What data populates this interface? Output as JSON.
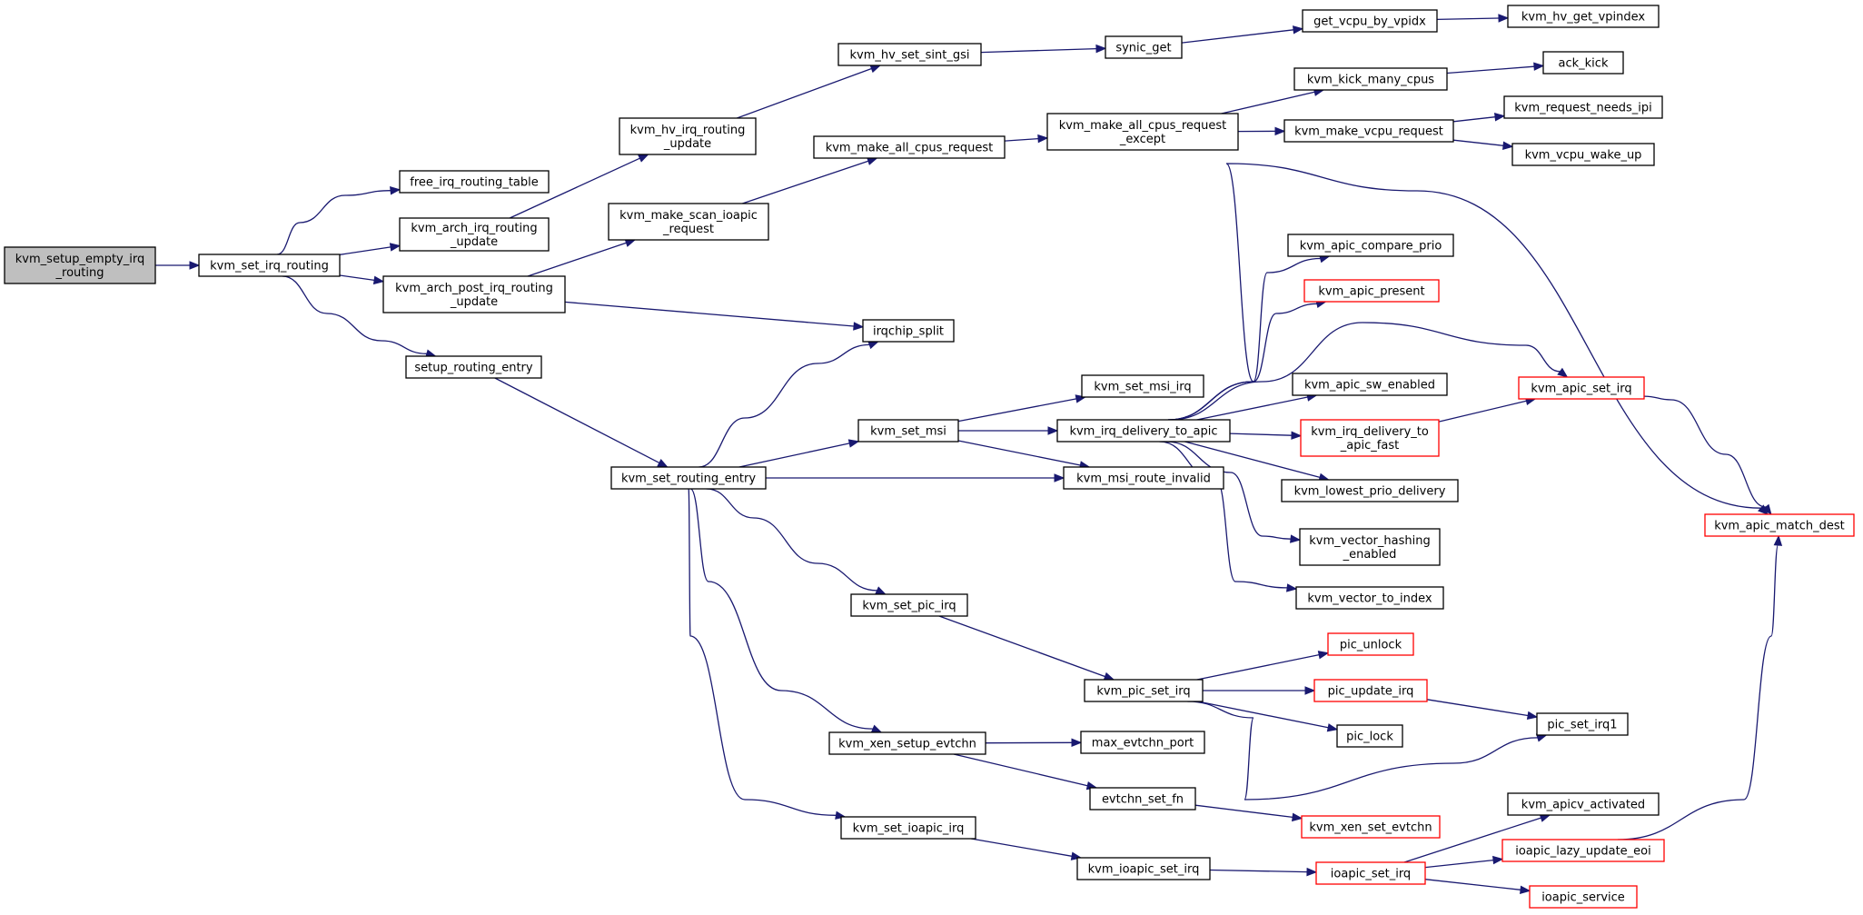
{
  "colors": {
    "edge": "#191970",
    "node_border_normal": "#000000",
    "node_border_truncated": "#ff0000",
    "root_fill": "#bfbfbf",
    "node_fill": "#ffffff"
  },
  "nodes": [
    {
      "id": "n0",
      "lines": [
        "kvm_setup_empty_irq",
        "_routing"
      ],
      "kind": "root"
    },
    {
      "id": "n1",
      "lines": [
        "kvm_set_irq_routing"
      ],
      "kind": "normal"
    },
    {
      "id": "n2",
      "lines": [
        "free_irq_routing_table"
      ],
      "kind": "normal"
    },
    {
      "id": "n3",
      "lines": [
        "kvm_arch_irq_routing",
        "_update"
      ],
      "kind": "normal"
    },
    {
      "id": "n4",
      "lines": [
        "kvm_arch_post_irq_routing",
        "_update"
      ],
      "kind": "normal"
    },
    {
      "id": "n5",
      "lines": [
        "setup_routing_entry"
      ],
      "kind": "normal"
    },
    {
      "id": "n6",
      "lines": [
        "kvm_hv_irq_routing",
        "_update"
      ],
      "kind": "normal"
    },
    {
      "id": "n7",
      "lines": [
        "kvm_make_scan_ioapic",
        "_request"
      ],
      "kind": "normal"
    },
    {
      "id": "n8",
      "lines": [
        "kvm_set_routing_entry"
      ],
      "kind": "normal"
    },
    {
      "id": "n9",
      "lines": [
        "kvm_hv_set_sint_gsi"
      ],
      "kind": "normal"
    },
    {
      "id": "n10",
      "lines": [
        "kvm_make_all_cpus_request"
      ],
      "kind": "normal"
    },
    {
      "id": "n11",
      "lines": [
        "irqchip_split"
      ],
      "kind": "normal"
    },
    {
      "id": "n12",
      "lines": [
        "kvm_set_msi"
      ],
      "kind": "normal"
    },
    {
      "id": "n13",
      "lines": [
        "kvm_set_pic_irq"
      ],
      "kind": "normal"
    },
    {
      "id": "n14",
      "lines": [
        "kvm_xen_setup_evtchn"
      ],
      "kind": "normal"
    },
    {
      "id": "n15",
      "lines": [
        "kvm_set_ioapic_irq"
      ],
      "kind": "normal"
    },
    {
      "id": "n16",
      "lines": [
        "synic_get"
      ],
      "kind": "normal"
    },
    {
      "id": "n17",
      "lines": [
        "kvm_make_all_cpus_request",
        "_except"
      ],
      "kind": "normal"
    },
    {
      "id": "n18",
      "lines": [
        "kvm_set_msi_irq"
      ],
      "kind": "normal"
    },
    {
      "id": "n19",
      "lines": [
        "kvm_irq_delivery_to_apic"
      ],
      "kind": "normal"
    },
    {
      "id": "n20",
      "lines": [
        "kvm_msi_route_invalid"
      ],
      "kind": "normal"
    },
    {
      "id": "n21",
      "lines": [
        "kvm_pic_set_irq"
      ],
      "kind": "normal"
    },
    {
      "id": "n22",
      "lines": [
        "max_evtchn_port"
      ],
      "kind": "normal"
    },
    {
      "id": "n23",
      "lines": [
        "evtchn_set_fn"
      ],
      "kind": "normal"
    },
    {
      "id": "n24",
      "lines": [
        "kvm_ioapic_set_irq"
      ],
      "kind": "normal"
    },
    {
      "id": "n25",
      "lines": [
        "get_vcpu_by_vpidx"
      ],
      "kind": "normal"
    },
    {
      "id": "n26",
      "lines": [
        "kvm_kick_many_cpus"
      ],
      "kind": "normal"
    },
    {
      "id": "n27",
      "lines": [
        "kvm_make_vcpu_request"
      ],
      "kind": "normal"
    },
    {
      "id": "n28",
      "lines": [
        "kvm_apic_compare_prio"
      ],
      "kind": "normal"
    },
    {
      "id": "n29",
      "lines": [
        "kvm_apic_present"
      ],
      "kind": "truncated"
    },
    {
      "id": "n30",
      "lines": [
        "kvm_apic_sw_enabled"
      ],
      "kind": "normal"
    },
    {
      "id": "n31",
      "lines": [
        "kvm_irq_delivery_to",
        "_apic_fast"
      ],
      "kind": "truncated"
    },
    {
      "id": "n32",
      "lines": [
        "kvm_lowest_prio_delivery"
      ],
      "kind": "normal"
    },
    {
      "id": "n33",
      "lines": [
        "kvm_vector_hashing",
        "_enabled"
      ],
      "kind": "normal"
    },
    {
      "id": "n34",
      "lines": [
        "kvm_vector_to_index"
      ],
      "kind": "normal"
    },
    {
      "id": "n35",
      "lines": [
        "pic_unlock"
      ],
      "kind": "truncated"
    },
    {
      "id": "n36",
      "lines": [
        "pic_update_irq"
      ],
      "kind": "truncated"
    },
    {
      "id": "n37",
      "lines": [
        "pic_lock"
      ],
      "kind": "normal"
    },
    {
      "id": "n38",
      "lines": [
        "kvm_xen_set_evtchn"
      ],
      "kind": "truncated"
    },
    {
      "id": "n39",
      "lines": [
        "ioapic_set_irq"
      ],
      "kind": "truncated"
    },
    {
      "id": "n40",
      "lines": [
        "kvm_hv_get_vpindex"
      ],
      "kind": "normal"
    },
    {
      "id": "n41",
      "lines": [
        "ack_kick"
      ],
      "kind": "normal"
    },
    {
      "id": "n42",
      "lines": [
        "kvm_request_needs_ipi"
      ],
      "kind": "normal"
    },
    {
      "id": "n43",
      "lines": [
        "kvm_vcpu_wake_up"
      ],
      "kind": "normal"
    },
    {
      "id": "n44",
      "lines": [
        "kvm_apic_set_irq"
      ],
      "kind": "truncated"
    },
    {
      "id": "n45",
      "lines": [
        "pic_set_irq1"
      ],
      "kind": "normal"
    },
    {
      "id": "n46",
      "lines": [
        "kvm_apicv_activated"
      ],
      "kind": "normal"
    },
    {
      "id": "n47",
      "lines": [
        "ioapic_lazy_update_eoi"
      ],
      "kind": "truncated"
    },
    {
      "id": "n48",
      "lines": [
        "ioapic_service"
      ],
      "kind": "truncated"
    },
    {
      "id": "n49",
      "lines": [
        "kvm_apic_match_dest"
      ],
      "kind": "truncated"
    }
  ],
  "edges": [
    [
      "n0",
      "n1"
    ],
    [
      "n1",
      "n2"
    ],
    [
      "n1",
      "n3"
    ],
    [
      "n1",
      "n4"
    ],
    [
      "n1",
      "n5"
    ],
    [
      "n3",
      "n6"
    ],
    [
      "n4",
      "n7"
    ],
    [
      "n4",
      "n11"
    ],
    [
      "n5",
      "n8"
    ],
    [
      "n6",
      "n9"
    ],
    [
      "n7",
      "n10"
    ],
    [
      "n9",
      "n16"
    ],
    [
      "n16",
      "n25"
    ],
    [
      "n25",
      "n40"
    ],
    [
      "n10",
      "n17"
    ],
    [
      "n17",
      "n26"
    ],
    [
      "n17",
      "n27"
    ],
    [
      "n26",
      "n41"
    ],
    [
      "n27",
      "n42"
    ],
    [
      "n27",
      "n43"
    ],
    [
      "n8",
      "n11"
    ],
    [
      "n8",
      "n12"
    ],
    [
      "n8",
      "n20"
    ],
    [
      "n8",
      "n13"
    ],
    [
      "n8",
      "n14"
    ],
    [
      "n8",
      "n15"
    ],
    [
      "n12",
      "n18"
    ],
    [
      "n12",
      "n19"
    ],
    [
      "n12",
      "n20"
    ],
    [
      "n19",
      "n49"
    ],
    [
      "n19",
      "n28"
    ],
    [
      "n19",
      "n29"
    ],
    [
      "n19",
      "n44"
    ],
    [
      "n19",
      "n30"
    ],
    [
      "n19",
      "n31"
    ],
    [
      "n19",
      "n32"
    ],
    [
      "n19",
      "n33"
    ],
    [
      "n19",
      "n34"
    ],
    [
      "n31",
      "n44"
    ],
    [
      "n44",
      "n49"
    ],
    [
      "n13",
      "n21"
    ],
    [
      "n21",
      "n35"
    ],
    [
      "n21",
      "n36"
    ],
    [
      "n21",
      "n37"
    ],
    [
      "n21",
      "n45"
    ],
    [
      "n36",
      "n45"
    ],
    [
      "n14",
      "n22"
    ],
    [
      "n14",
      "n23"
    ],
    [
      "n23",
      "n38"
    ],
    [
      "n15",
      "n24"
    ],
    [
      "n24",
      "n39"
    ],
    [
      "n39",
      "n46"
    ],
    [
      "n39",
      "n47"
    ],
    [
      "n39",
      "n48"
    ],
    [
      "n47",
      "n49"
    ]
  ]
}
